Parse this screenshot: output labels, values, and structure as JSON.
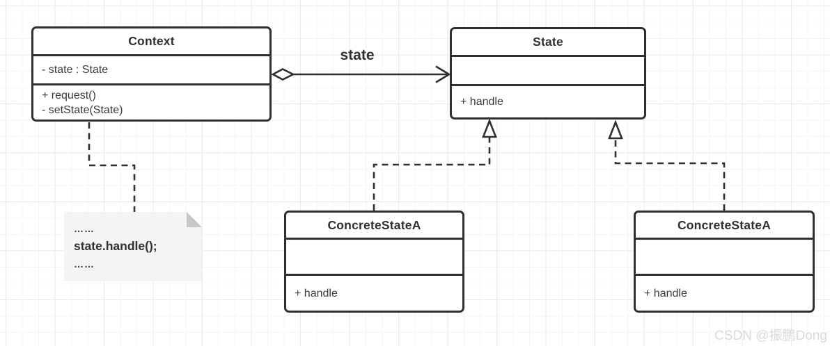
{
  "diagram": {
    "classes": {
      "context": {
        "title": "Context",
        "attributes": [
          "- state : State"
        ],
        "methods": [
          "+ request()",
          "- setState(State)"
        ]
      },
      "state": {
        "title": "State",
        "attributes": [],
        "methods": [
          "+ handle"
        ]
      },
      "concrete_state_left": {
        "title": "ConcreteStateA",
        "attributes": [],
        "methods": [
          "+ handle"
        ]
      },
      "concrete_state_right": {
        "title": "ConcreteStateA",
        "attributes": [],
        "methods": [
          "+ handle"
        ]
      }
    },
    "association": {
      "label": "state",
      "type": "aggregation"
    },
    "realizations": [
      "ConcreteStateA -> State",
      "ConcreteStateA -> State"
    ],
    "note": {
      "lines": [
        "……",
        "state.handle();",
        "……"
      ]
    }
  },
  "watermark": {
    "text": "CSDN @振鹏Dong"
  },
  "colors": {
    "stroke": "#2f2f2f",
    "text": "#303030",
    "grid_minor": "#f4f4f4",
    "grid_major": "#e9e9e9",
    "note_bg": "#f4f4f4",
    "note_fold": "#c7c7c7",
    "watermark": "#dadada"
  }
}
